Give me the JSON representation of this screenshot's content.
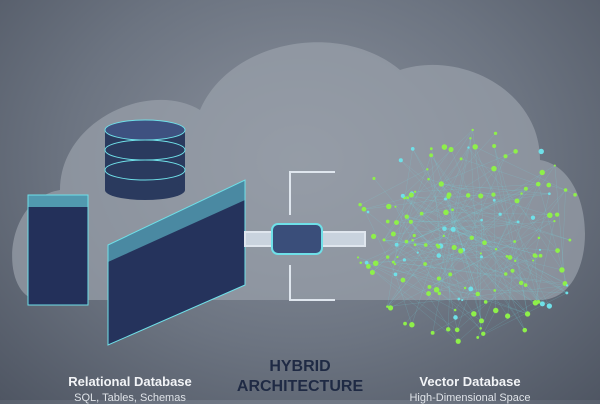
{
  "relational": {
    "title": "Relational Database",
    "subtitle": "SQL, Tables, Schemas"
  },
  "center": {
    "line1": "HYBRID",
    "line2": "ARCHITECTURE"
  },
  "vector": {
    "title": "Vector Database",
    "subtitle": "High-Dimensional Space"
  },
  "colors": {
    "accent": "#6fe0e8",
    "points": "#8ef04a",
    "dark": "#1f2a44"
  }
}
